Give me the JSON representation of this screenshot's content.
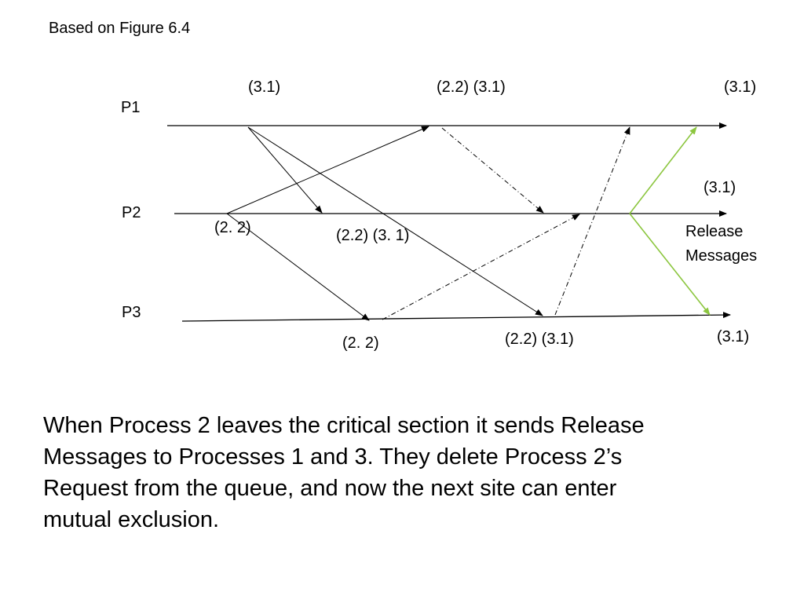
{
  "caption": "Based on Figure 6.4",
  "processes": {
    "p1": "P1",
    "p2": "P2",
    "p3": "P3"
  },
  "labels": {
    "p1_ts_a": "(3.1)",
    "p1_ts_b": "(2.2) (3.1)",
    "p1_ts_c": "(3.1)",
    "p2_right": "(3.1)",
    "p2_left": "(2. 2)",
    "p2_mid": "(2.2) (3. 1)",
    "release_line1": "Release",
    "release_line2": "Messages",
    "p3_left": "(2. 2)",
    "p3_mid": "(2.2) (3.1)",
    "p3_right": "(3.1)"
  },
  "paragraph": {
    "line1": "When Process 2 leaves the critical section it sends Release",
    "line2": "Messages to Processes 1 and 3. They delete Process 2’s",
    "line3": "Request from the queue, and now the next site can enter",
    "line4": "mutual exclusion."
  },
  "colors": {
    "message": "#000000",
    "release": "#8cc63f"
  }
}
